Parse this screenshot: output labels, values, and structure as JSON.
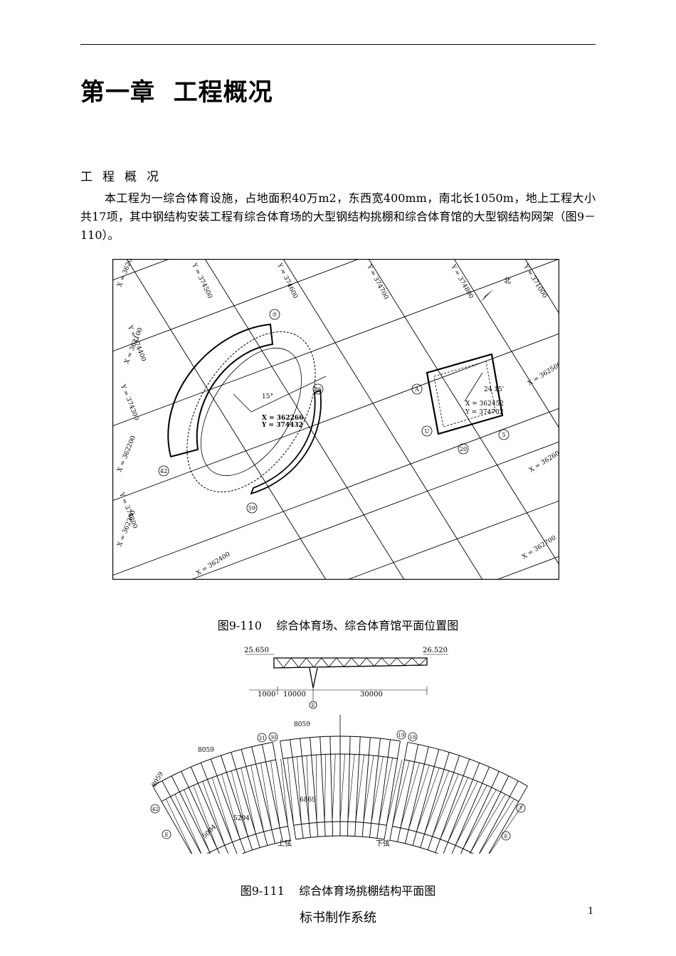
{
  "chapter_title": "第一章  工程概况",
  "section_heading": "工程概况",
  "paragraph": "本工程为一综合体育设施，占地面积40万m2，东西宽400mm，南北长1050m，地上工程大小共17项，其中钢结构安装工程有综合体育场的大型钢结构挑棚和综合体育馆的大型钢结构网架（图9－110）。",
  "figure1": {
    "caption": "图9-110    综合体育场、综合体育馆平面位置图",
    "north": "北",
    "x_grid": [
      "X = 362000",
      "X = 362100",
      "X = 362200",
      "X = 362300",
      "X = 362400",
      "X = 362500",
      "X = 362600",
      "X = 362700"
    ],
    "y_grid": [
      "Y = 374400",
      "Y = 374500",
      "Y = 374600",
      "Y = 374700",
      "Y = 374800",
      "Y = 371000",
      "Y = 374300",
      "Y = 374200"
    ],
    "stadium_axes": [
      "⑦",
      "86",
      "42",
      "59"
    ],
    "stadium_angle": "15°",
    "stadium_x": "X = 362266",
    "stadium_y": "Y = 374432",
    "gym_axes": [
      "A",
      "U",
      "20",
      "5"
    ],
    "gym_angle": "24 15'",
    "gym_x": "X = 362452",
    "gym_y": "Y = 374702"
  },
  "figure2": {
    "caption": "图9-111    综合体育场挑棚结构平面图",
    "elev_left": "25.650",
    "elev_right": "26.520",
    "dims": [
      "1000",
      "10000",
      "30000"
    ],
    "axis_e": "E",
    "spacing_labels": [
      "8059",
      "8059",
      "8059",
      "5294",
      "5004",
      "6869"
    ],
    "axis_numbers": [
      "31",
      "30",
      "19",
      "18",
      "42",
      "7"
    ],
    "top_chord": "上弦",
    "bottom_chord": "下弦"
  },
  "footer": "标书制作系统",
  "page_number": "1"
}
